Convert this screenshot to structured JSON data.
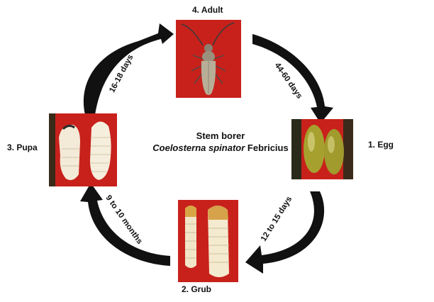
{
  "center": {
    "common_name": "Stem borer",
    "scientific_name": "Coelosterna spinator",
    "author": "Febricius"
  },
  "stages": {
    "adult": "4. Adult",
    "egg": "1.  Egg",
    "grub": "2. Grub",
    "pupa": "3. Pupa"
  },
  "durations": {
    "adult_to_egg": "44-60 days",
    "egg_to_grub": "12 to 15 days",
    "grub_to_pupa": "9 to 10 months",
    "pupa_to_adult": "16-18 days"
  },
  "colors": {
    "photo_background": "#c8211b",
    "arrow": "#111111"
  }
}
